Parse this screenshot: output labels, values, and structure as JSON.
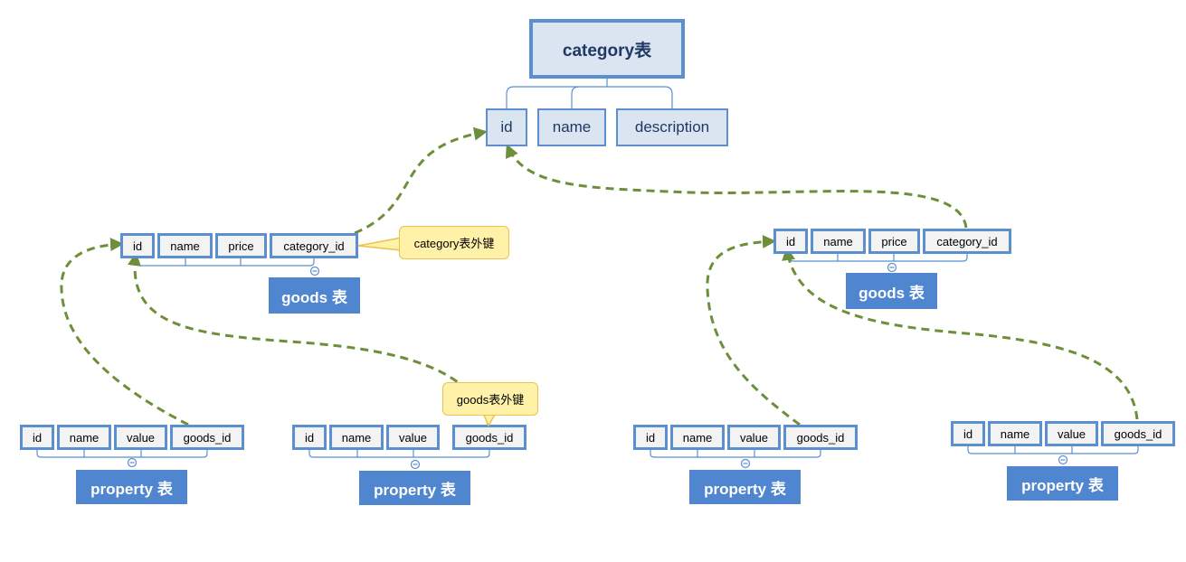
{
  "category": {
    "title": "category表",
    "fields": [
      "id",
      "name",
      "description"
    ]
  },
  "goods_left": {
    "fields": [
      "id",
      "name",
      "price",
      "category_id"
    ],
    "title": "goods 表"
  },
  "goods_right": {
    "fields": [
      "id",
      "name",
      "price",
      "category_id"
    ],
    "title": "goods 表"
  },
  "property_1": {
    "fields": [
      "id",
      "name",
      "value",
      "goods_id"
    ],
    "title": "property 表"
  },
  "property_2": {
    "fields": [
      "id",
      "name",
      "value",
      "goods_id"
    ],
    "title": "property 表"
  },
  "property_3": {
    "fields": [
      "id",
      "name",
      "value",
      "goods_id"
    ],
    "title": "property 表"
  },
  "property_4": {
    "fields": [
      "id",
      "name",
      "value",
      "goods_id"
    ],
    "title": "property 表"
  },
  "callouts": {
    "category_fk": "category表外键",
    "goods_fk": "goods表外键"
  },
  "colors": {
    "box_border": "#5b8fd0",
    "title_fill": "#4f86cf",
    "arrow": "#6e8f3a",
    "callout_fill": "#fff2a8"
  }
}
